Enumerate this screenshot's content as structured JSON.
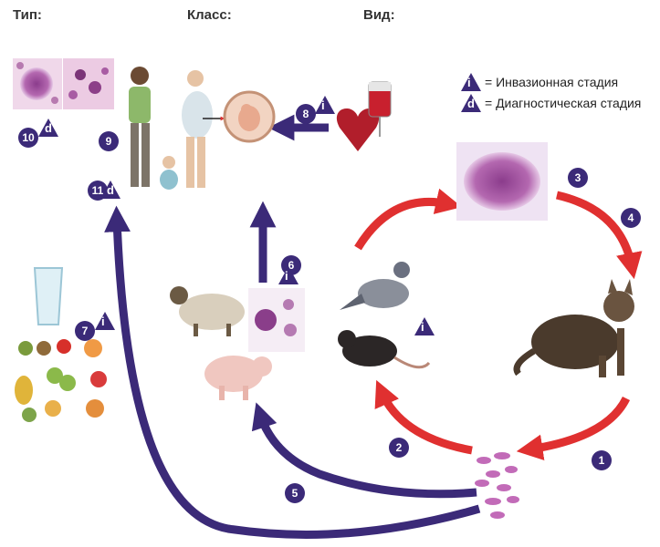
{
  "header": {
    "type_label": "Тип:",
    "class_label": "Класс:",
    "species_label": "Вид:"
  },
  "legend": {
    "infective_letter": "i",
    "infective_text": "= Инвазионная стадия",
    "diagnostic_letter": "d",
    "diagnostic_text": "= Диагностическая стадия"
  },
  "steps": [
    "1",
    "2",
    "3",
    "4",
    "5",
    "6",
    "7",
    "8",
    "9",
    "10",
    "11"
  ],
  "stage_letters": {
    "i": "i",
    "d": "d"
  },
  "colors": {
    "red_arrow": "#e03030",
    "purple_arrow": "#3b2a78",
    "badge": "#3b2a78",
    "cell_stain": "#b05aa8"
  }
}
